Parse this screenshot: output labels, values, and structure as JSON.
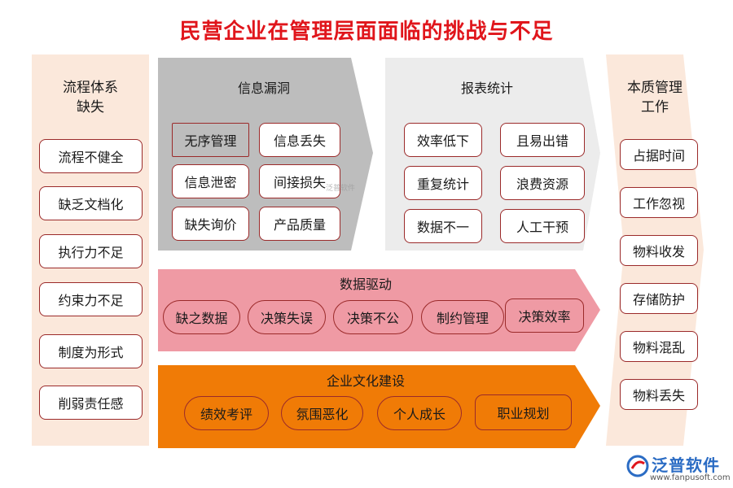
{
  "title": "民营企业在管理层面面临的挑战与不足",
  "left_panel": {
    "title_line1": "流程体系",
    "title_line2": "缺失",
    "items": [
      "流程不健全",
      "缺乏文档化",
      "执行力不足",
      "约束力不足",
      "制度为形式",
      "削弱责任感"
    ]
  },
  "info_leak": {
    "title": "信息漏洞",
    "items": [
      "无序管理",
      "信息丢失",
      "信息泄密",
      "间接损失",
      "缺失询价",
      "产品质量"
    ]
  },
  "report_stats": {
    "title": "报表统计",
    "items": [
      "效率低下",
      "且易出错",
      "重复统计",
      "浪费资源",
      "数据不一",
      "人工干预"
    ]
  },
  "data_driven": {
    "title": "数据驱动",
    "items": [
      "缺之数据",
      "决策失误",
      "决策不公",
      "制约管理",
      "决策效率"
    ]
  },
  "culture": {
    "title": "企业文化建设",
    "items": [
      "绩效考评",
      "氛围恶化",
      "个人成长",
      "职业规划"
    ]
  },
  "right_panel": {
    "title_line1": "本质管理",
    "title_line2": "工作",
    "items": [
      "占据时间",
      "工作忽视",
      "物料收发",
      "存储防护",
      "物料混乱",
      "物料丢失"
    ]
  },
  "logo": {
    "name": "泛普软件",
    "url": "www.fanpusoft.com",
    "watermark": "泛普软件"
  },
  "colors": {
    "title": "#e0151b",
    "side_bg": "#fbe8db",
    "gray_arrow": "#bdbdbd",
    "light_arrow": "#ececec",
    "pink_arrow": "#ef9aa4",
    "orange_arrow": "#f07b06",
    "border": "#9b2a2a"
  }
}
